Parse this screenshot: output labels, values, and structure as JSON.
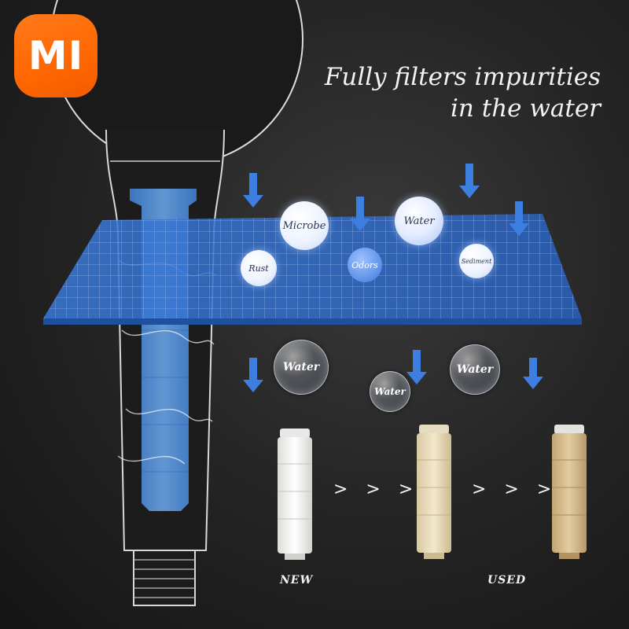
{
  "brand": {
    "logo_text": "MI",
    "accent": "#ff6700"
  },
  "headline": {
    "line1": "Fully filters impurities",
    "line2": "in the water"
  },
  "filter_layer": {
    "impurities": [
      "Microbe",
      "Rust",
      "Odors",
      "Sediment"
    ],
    "water": "Water",
    "arrow_icon": "down-arrow-icon"
  },
  "filtered_bubbles": [
    "Water",
    "Water",
    "Water"
  ],
  "cartridges": {
    "colors": {
      "new": "#f4f4f2",
      "mid": "#eadfc2",
      "used": "#d8c39a"
    },
    "progress_text": "> > >",
    "label_new": "NEW",
    "label_used": "USED"
  },
  "colors": {
    "grid_blue": "#2f6fce",
    "cartridge_blue": "#4c8fdb"
  }
}
